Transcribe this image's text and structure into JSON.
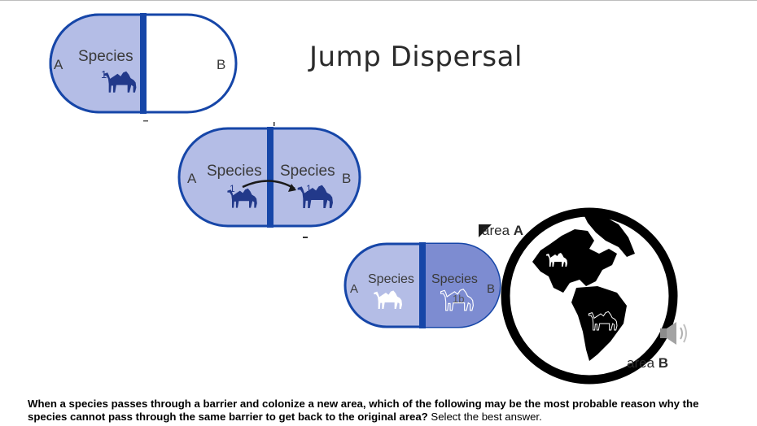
{
  "title": "Jump Dispersal",
  "capsule1": {
    "left_letter": "A",
    "right_letter": "B",
    "species_label": "Species",
    "species_num": "1"
  },
  "capsule2": {
    "left_letter": "A",
    "right_letter": "B",
    "left_species": "Species",
    "left_num": "1",
    "right_species": "Species",
    "right_num": "1"
  },
  "capsule3": {
    "left_letter": "A",
    "right_letter": "B",
    "left_species": "Species",
    "right_species": "Species",
    "right_num": "1b"
  },
  "globe": {
    "area_a_label": "area",
    "area_a_letter": "A",
    "area_b_label": "area",
    "area_b_letter": "B"
  },
  "question": {
    "bold": "When a species passes through a barrier and colonize a new area, which of the following may be the most probable reason why the species cannot pass through the same barrier to get back to the original area?",
    "normal": " Select the best answer."
  },
  "colors": {
    "capsule_fill": "#b4bde6",
    "capsule_fill_dark": "#7d8cd1",
    "barrier": "#1646a8",
    "outline": "#1646a8",
    "camel": "#22398a"
  },
  "icons": [
    "camel-icon",
    "arrow-icon",
    "globe-icon",
    "speaker-icon",
    "cursor-icon"
  ]
}
